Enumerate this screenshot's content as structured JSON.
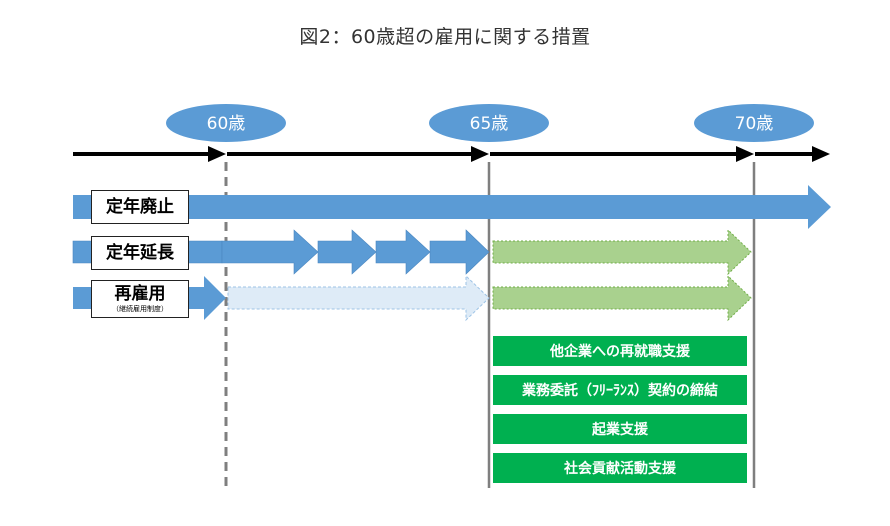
{
  "title": "図2：60歳超の雇用に関する措置",
  "ages": [
    "60歳",
    "65歳",
    "70歳"
  ],
  "rows": [
    {
      "label": "定年廃止",
      "sub": ""
    },
    {
      "label": "定年延長",
      "sub": ""
    },
    {
      "label": "再雇用",
      "sub": "（継続雇用制度）"
    }
  ],
  "support_items": [
    "他企業への再就職支援",
    "業務委託（ﾌﾘｰﾗﾝｽ）契約の締結",
    "起業支援",
    "社会貢献活動支援"
  ],
  "colors": {
    "blue_arrow": "#5b9bd5",
    "light_blue_arrow": "#deebf7",
    "green_arrow": "#a9d18e",
    "green_box": "#00b050",
    "age_bubble": "#5b9bd5"
  }
}
